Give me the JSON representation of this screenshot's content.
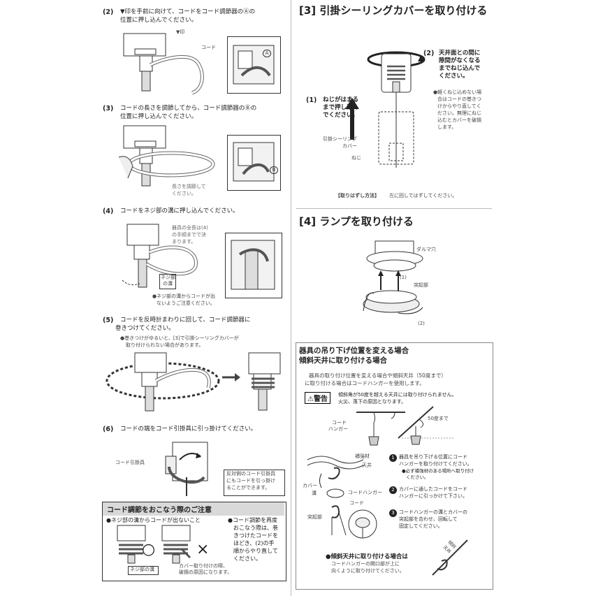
{
  "left": {
    "step2": {
      "num": "(2)",
      "line1": "▼印を手前に向けて、コードをコード調節器のⒶの",
      "line2": "位置に押し込んでください。",
      "mark_label": "▼印",
      "cord_label": "コード",
      "circle_a": "A"
    },
    "step3": {
      "num": "(3)",
      "line1": "コードの長さを調節してから、コード調節器のⒷの",
      "line2": "位置に押し込んでください。",
      "adjust_1": "長さを調節して",
      "adjust_2": "ください。",
      "circle_b": "B"
    },
    "step4": {
      "num": "(4)",
      "line1": "コードをネジ部の溝に押し込んでください。",
      "note_1": "器具の全長は(4)",
      "note_2": "の手順までで決",
      "note_3": "まります。",
      "groove_1": "ネジ部",
      "groove_2": "の溝",
      "warn_1": "●ネジ部の溝からコードが出",
      "warn_2": "ないようご注意ください。"
    },
    "step5": {
      "num": "(5)",
      "line1": "コードを反時計まわりに回して、コード調節器に",
      "line2": "巻きつけてください。",
      "note_1": "●巻きつけがゆるいと、[3]で引掛シーリングカバーが",
      "note_2": "取り付けられない場合があります。"
    },
    "step6": {
      "num": "(6)",
      "line1": "コードの端をコード引掛具に引っ掛けてください。",
      "hook_label": "コード引掛具",
      "note_1": "反対側のコード引掛具",
      "note_2": "にもコードを引っ掛け",
      "note_3": "ることができます。"
    },
    "caution": {
      "title": "コード調節をおこなう際のご注意",
      "item1": "●ネジ部の溝からコードが出ないこと",
      "item2_lines": [
        "●コード調節を再度",
        "おこなう際は、巻",
        "きつけたコードを",
        "ほどき、(2)の手",
        "順からやり直して",
        "ください。"
      ],
      "groove_label": "ネジ部の溝",
      "damage_1": "カバー取り付けの際、",
      "damage_2": "破損の原因になります。",
      "ok_mark": "○",
      "ng_mark": "×"
    }
  },
  "right": {
    "sec3": {
      "title": "[3]  引掛シーリングカバーを取り付ける",
      "s1_num": "(1)",
      "s1_lines": [
        "ねじがはまる",
        "まで押し込ん",
        "でください。"
      ],
      "s2_num": "(2)",
      "s2_lines": [
        "天井面との間に",
        "隙間がなくなる",
        "までねじ込んで",
        "ください。"
      ],
      "note_lines": [
        "●軽くねじ込めない場",
        "合はコードの巻きつ",
        "けからやり直してく",
        "ださい。無理にねじ",
        "込むとカバーを破損",
        "します。"
      ],
      "cover_1": "引掛シーリング",
      "cover_2": "カバー",
      "screw": "ねじ",
      "removal_label": "【取りはずし方法】",
      "removal_text": "左に回してはずしてください。"
    },
    "sec4": {
      "title": "[4]  ランプを取り付ける",
      "daruma": "ダルマ穴",
      "s1": "(1)",
      "tokki": "突起部",
      "s2": "(2)"
    },
    "hanger": {
      "title_1": "器具の吊り下げ位置を変える場合",
      "title_2": "傾斜天井に取り付ける場合",
      "intro_1": "器具の取り付け位置を変える場合や傾斜天井（50度まで）",
      "intro_2": "に取り付ける場合はコードハンガーを使用します。",
      "warn_badge": "⚠警告",
      "warn_1": "傾斜角が50度を越える天井には取り付けられません。",
      "warn_2": "火災、落下の原因となります。",
      "code_hanger_1": "コード",
      "code_hanger_2": "ハンガー",
      "angle": "50度まで",
      "label_hokyo": "補強材",
      "label_tenjo": "天井",
      "label_cover": "カバー",
      "label_mizo": "溝",
      "label_hanger": "コードハンガー",
      "label_cord": "コード",
      "label_tokki": "突起部",
      "s1_num": "1",
      "s1_lines": [
        "器具を吊り下げる位置にコード",
        "ハンガーを取り付けてください。"
      ],
      "s1_sub": "●必ず補強材のある場所へ取り付け",
      "s1_sub2": "ください。",
      "s2_num": "2",
      "s2_lines": [
        "カバーに通したコードをコード",
        "ハンガーに引っかけて下さい。"
      ],
      "s3_num": "3",
      "s3_lines": [
        "コードハンガーの溝とカバーの",
        "突起部を合わせ、回転して",
        "固定してください。"
      ],
      "slope_title": "●傾斜天井に取り付ける場合は",
      "slope_1": "コードハンガーの開口部が上に",
      "slope_2": "向くように取り付けてください。",
      "slope_sign_1": "傾斜",
      "slope_sign_2": "天井"
    }
  }
}
